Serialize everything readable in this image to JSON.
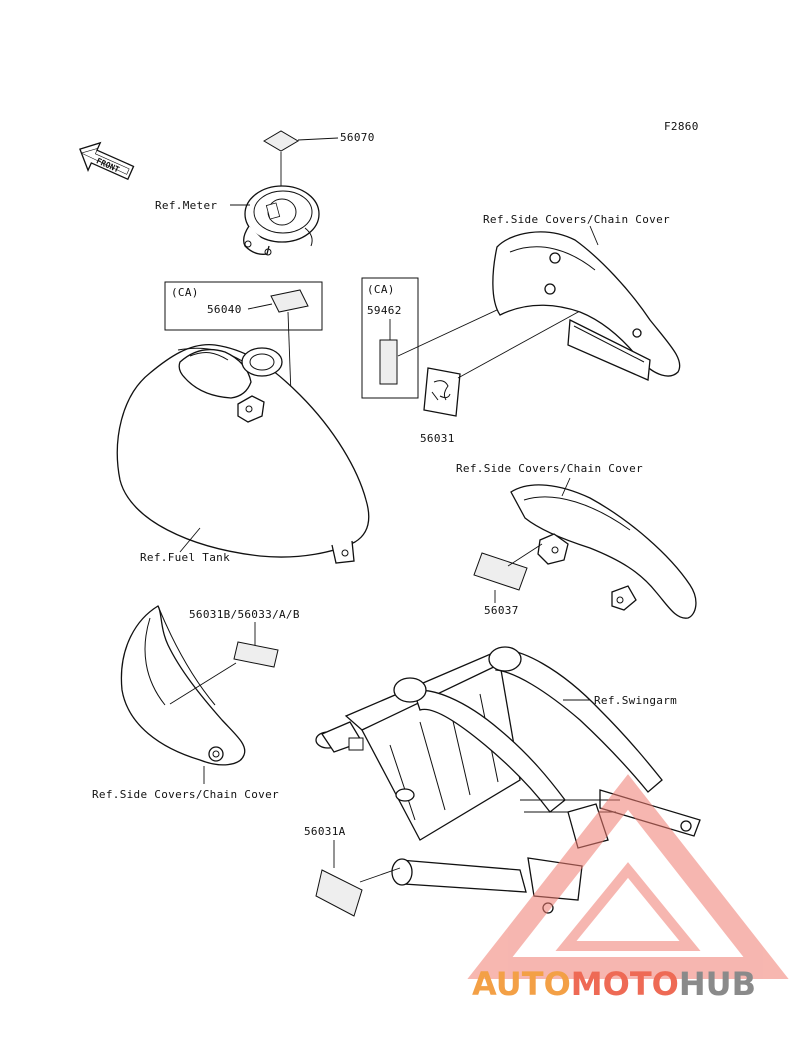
{
  "figure_id": "F2860",
  "front_label": "FRONT",
  "labels": {
    "p56070": "56070",
    "ref_meter": "Ref.Meter",
    "ca_left": "(CA)",
    "p56040": "56040",
    "ref_fuel_tank": "Ref.Fuel Tank",
    "ca_right": "(CA)",
    "p59462": "59462",
    "p56031": "56031",
    "ref_side_covers_1": "Ref.Side Covers/Chain Cover",
    "ref_side_covers_2": "Ref.Side Covers/Chain Cover",
    "p56037": "56037",
    "p56031b": "56031B/56033/A/B",
    "ref_side_covers_3": "Ref.Side Covers/Chain Cover",
    "ref_swingarm": "Ref.Swingarm",
    "p56031a": "56031A"
  },
  "watermark": {
    "text_a": "AUTO",
    "text_b": "MOTO",
    "text_c": "HUB",
    "color_a": "#f3a046",
    "color_b": "#ee6a55",
    "color_c": "#8a8a8a",
    "triangle_color": "#f07c70"
  }
}
